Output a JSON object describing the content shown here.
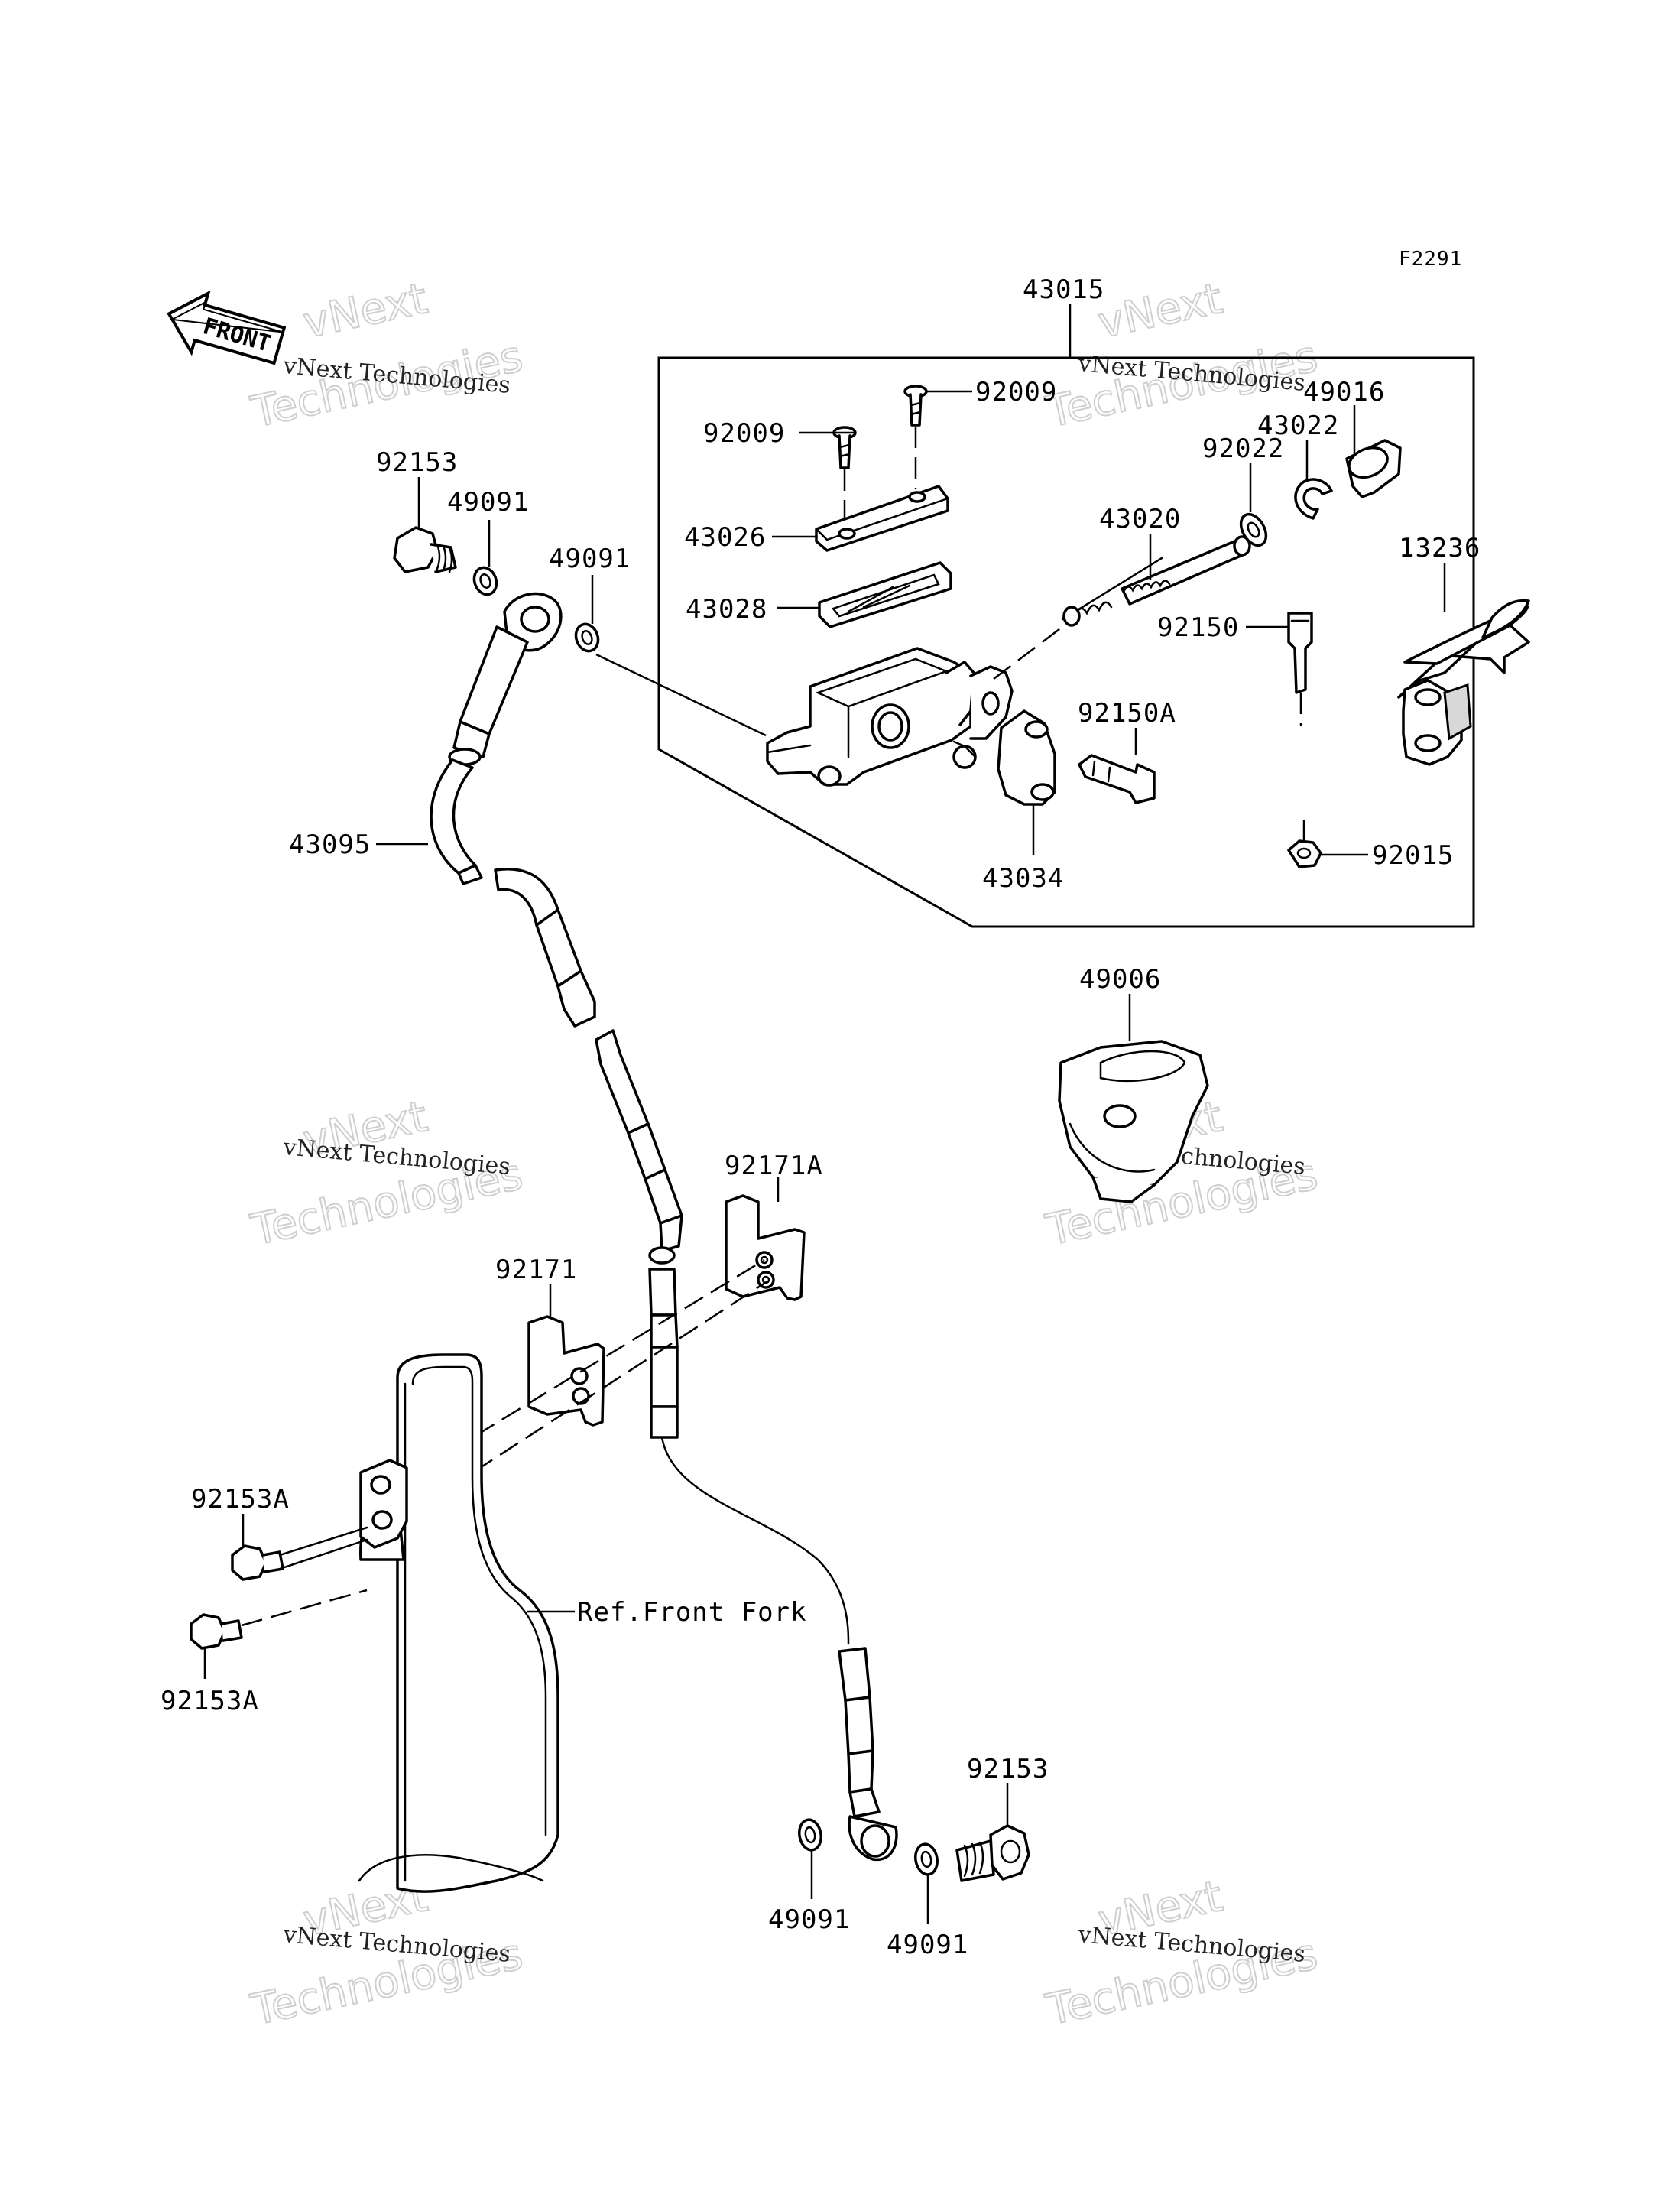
{
  "figure_code": "F2291",
  "front_label": "FRONT",
  "reference_label": "Ref.Front Fork",
  "watermark": {
    "line1": "vNext Technologies",
    "line2": "vNext",
    "line3": "Technologies"
  },
  "parts": {
    "p43015": "43015",
    "p92009a": "92009",
    "p92009b": "92009",
    "p49016": "49016",
    "p43022": "43022",
    "p92022": "92022",
    "p43026": "43026",
    "p43028": "43028",
    "p43020": "43020",
    "p13236": "13236",
    "p92150": "92150",
    "p92150A": "92150A",
    "p43034": "43034",
    "p92015": "92015",
    "p92153top": "92153",
    "p49091a": "49091",
    "p49091b": "49091",
    "p43095": "43095",
    "p49006": "49006",
    "p92171A": "92171A",
    "p92171": "92171",
    "p92153Aa": "92153A",
    "p92153Ab": "92153A",
    "p92153bot": "92153",
    "p49091c": "49091",
    "p49091d": "49091"
  }
}
